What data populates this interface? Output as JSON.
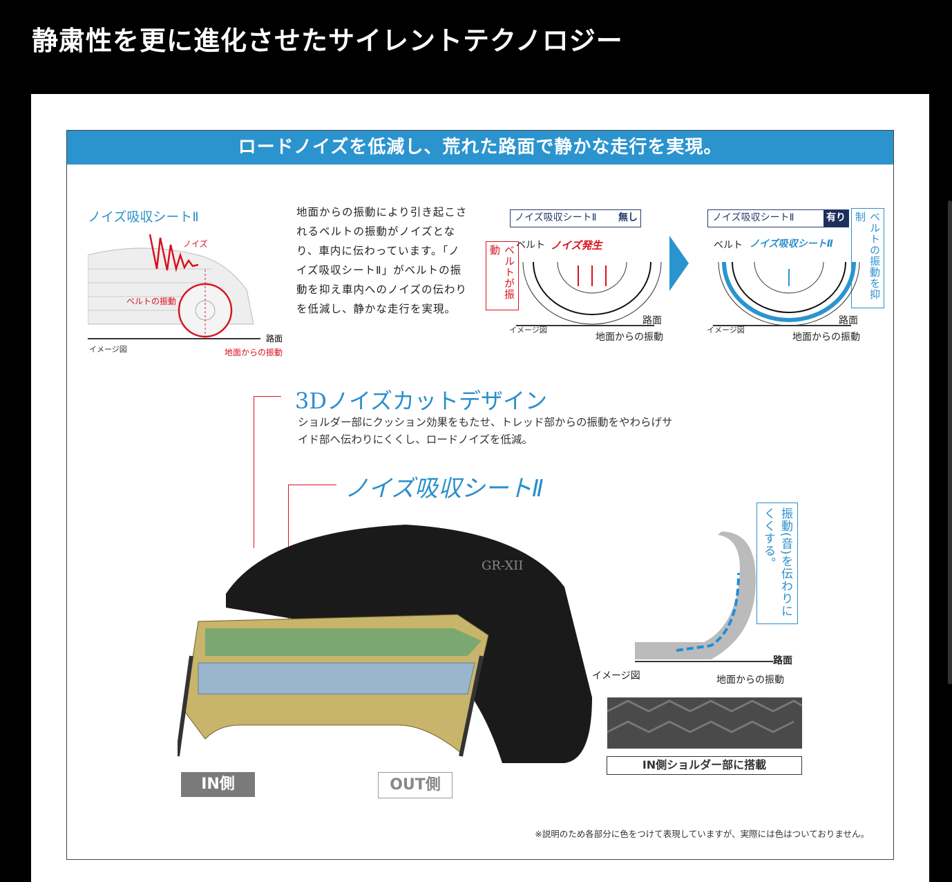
{
  "page": {
    "title": "静粛性を更に進化させたサイレントテクノロジー"
  },
  "banner": "ロードノイズを低減し、荒れた路面で静かな走行を実現。",
  "left_diagram": {
    "title": "ノイズ吸収シートⅡ",
    "noise": "ノイズ",
    "belt_vibration": "ベルトの振動",
    "road": "路面",
    "image_note": "イメージ図",
    "ground_vibration": "地面からの振動"
  },
  "description": "地面からの振動により引き起こされるベルトの振動がノイズとなり、車内に伝わっています。「ノイズ吸収シートⅡ」がベルトの振動を抑え車内へのノイズの伝わりを低減し、静かな走行を実現。",
  "without": {
    "header": "ノイズ吸収シートⅡ",
    "state": "無し",
    "belt": "ベルト",
    "noise": "ノイズ発生",
    "side_label": "ベルトが振動",
    "road": "路面",
    "image_note": "イメージ図",
    "ground_vibration": "地面からの振動"
  },
  "with": {
    "header": "ノイズ吸収シートⅡ",
    "state": "有り",
    "belt": "ベルト",
    "sheet": "ノイズ吸収シートⅡ",
    "side_label": "ベルトの振動を抑制",
    "road": "路面",
    "image_note": "イメージ図",
    "ground_vibration": "地面からの振動"
  },
  "feature_3d": {
    "title": "3Dノイズカットデザイン",
    "text": "ショルダー部にクッション効果をもたせ、トレッド部からの振動をやわらげサイド部へ伝わりにくくし、ロードノイズを低減。"
  },
  "feature_sheet": {
    "title": "ノイズ吸収シートⅡ"
  },
  "tire": {
    "brand_mark": "GR-XII",
    "in_side": "IN側",
    "out_side": "OUT側"
  },
  "shoulder": {
    "side_label": "振動(音)を伝わりにくくする。",
    "road": "路面",
    "image_note": "イメージ図",
    "ground_vibration": "地面からの振動",
    "caption": "IN側ショルダー部に搭載"
  },
  "footnote": "※説明のため各部分に色をつけて表現していますが、実際には色はついておりません。",
  "colors": {
    "banner": "#2b94cf",
    "red": "#d8121e",
    "navy": "#23386a"
  }
}
